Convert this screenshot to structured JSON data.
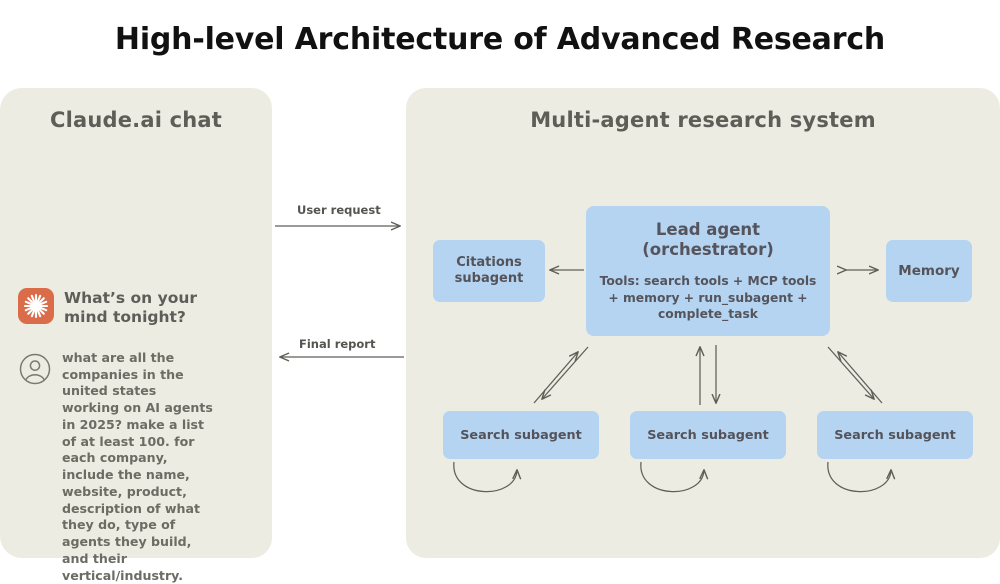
{
  "page": {
    "title": "High-level Architecture of Advanced Research",
    "background": "#ffffff"
  },
  "colors": {
    "panel_bg": "#edece3",
    "node_blue": "#b4d4f1",
    "node_text": "#55545c",
    "panel_title": "#5e5d57",
    "claude_orange": "#da6c4a",
    "edge_stroke": "#5f5e58",
    "title_text": "#111111"
  },
  "chat_panel": {
    "title": "Claude.ai chat",
    "assistant": {
      "icon": "claude-starburst-icon",
      "message": "What’s on your mind tonight?"
    },
    "user": {
      "icon": "user-avatar-icon",
      "message": "what are all the companies in the united states working on AI agents in 2025? make a list of at least 100. for each company, include the name, website, product, description of what they do, type of agents they build, and their vertical/industry."
    }
  },
  "connectors": {
    "user_request": "User request",
    "final_report": "Final report"
  },
  "system_panel": {
    "title": "Multi-agent research system",
    "lead_agent": {
      "title_line1": "Lead agent",
      "title_line2": "(orchestrator)",
      "tools": "Tools: search tools + MCP tools + memory + run_subagent + complete_task"
    },
    "citations_subagent": {
      "line1": "Citations",
      "line2": "subagent"
    },
    "memory": {
      "label": "Memory"
    },
    "search_subagents": [
      {
        "label": "Search subagent"
      },
      {
        "label": "Search subagent"
      },
      {
        "label": "Search subagent"
      }
    ]
  }
}
